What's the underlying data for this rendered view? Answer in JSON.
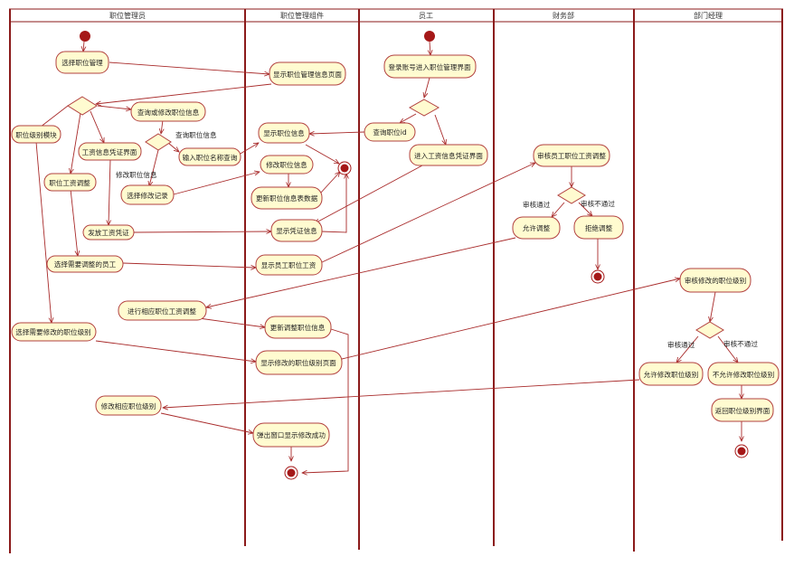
{
  "lanes": [
    "职位管理员",
    "职位管理组件",
    "员工",
    "财务部",
    "部门经理"
  ],
  "activities": {
    "a1": "选择职位管理",
    "a2": "显示职位管理信息页面",
    "a3": "查询或修改职位信息",
    "a4": "职位级别模块",
    "a5": "工资信息凭证界面",
    "a6": "职位工资调整",
    "a7": "选择修改记录",
    "a8": "输入职位名称查询",
    "a9": "发放工资凭证",
    "a10": "选择需要调整的员工",
    "a11": "进行相应职位工资调整",
    "a12": "选择需要修改的职位级别",
    "a13": "修改相应职位级别",
    "b1": "显示职位信息",
    "b2": "修改职位信息",
    "b3": "更新职位信息表数据",
    "b4": "显示凭证信息",
    "b5": "显示员工职位工资",
    "b6": "更新调整职位信息",
    "b7": "显示修改的职位级别页面",
    "b8": "弹出窗口显示修改成功",
    "c1": "登录账号进入职位管理界面",
    "c2": "查询职位id",
    "c3": "进入工资信息凭证界面",
    "d1": "审核员工职位工资调整",
    "d2": "允许调整",
    "d3": "拒绝调整",
    "e1": "审核修改的职位级别",
    "e2": "允许修改职位级别",
    "e3": "不允许修改职位级别",
    "e4": "返回职位级别界面"
  },
  "edge_labels": {
    "query": "查询职位信息",
    "modify": "修改职位信息",
    "fin_pass": "审核通过",
    "fin_fail": "审核不通过",
    "mgr_pass": "审核通过",
    "mgr_fail": "审核不通过"
  },
  "colors": {
    "lane_border": "#8b1a1a",
    "node_fill": "#fffbd0",
    "node_stroke": "#b2403f",
    "edge": "#a82a2a",
    "start_end": "#a51818"
  }
}
